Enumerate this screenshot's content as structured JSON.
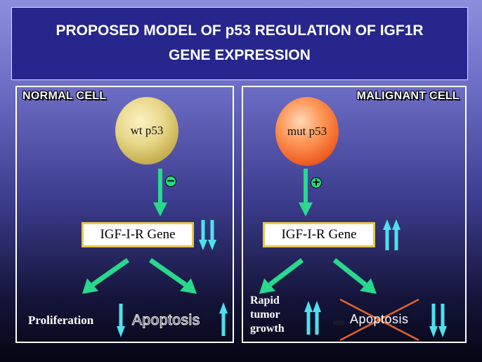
{
  "title": {
    "line1": "PROPOSED MODEL OF p53 REGULATION OF IGF1R",
    "line2": "GENE EXPRESSION"
  },
  "normal_cell": {
    "label": "NORMAL CELL",
    "node_label": "wt p53",
    "regulation_sign": "−",
    "gene_label": "IGF-I-R Gene",
    "gene_trend": "down",
    "outcomes": [
      {
        "label": "Proliferation",
        "trend": "down"
      },
      {
        "label": "Apoptosis",
        "trend": "up"
      }
    ]
  },
  "malignant_cell": {
    "label": "MALIGNANT CELL",
    "node_label": "mut p53",
    "regulation_sign": "+",
    "gene_label": "IGF-I-R Gene",
    "gene_trend": "up",
    "outcomes": [
      {
        "label_lines": [
          "Rapid",
          "tumor",
          "growth"
        ],
        "trend": "up"
      },
      {
        "label": "Apoptosis",
        "trend": "down",
        "crossed_out": true
      }
    ]
  },
  "colors": {
    "arrow_green": "#28d98c",
    "trend_cyan": "#4fe0ec",
    "cross_orange": "#e2622a",
    "gene_border": "#e6c84a"
  }
}
